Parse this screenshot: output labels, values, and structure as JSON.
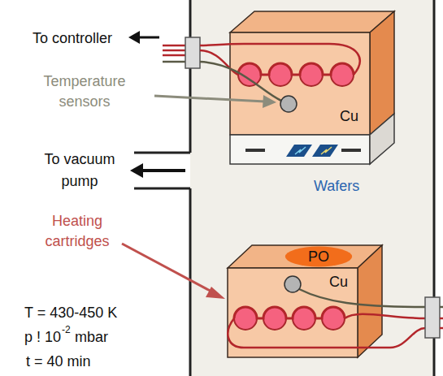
{
  "diagram": {
    "nodes": [
      {
        "text": [
          "Cu"
        ]
      },
      {
        "text": [
          "PO"
        ]
      },
      {
        "text": [
          "Cu"
        ]
      }
    ],
    "labels": [
      "To controller",
      "Temperature sensors",
      "To vacuum pump",
      "Wafers",
      "Heating cartridges",
      "T = 430-450 K",
      "p ! 10",
      "-2",
      "mbar",
      "t = 40 min"
    ]
  }
}
